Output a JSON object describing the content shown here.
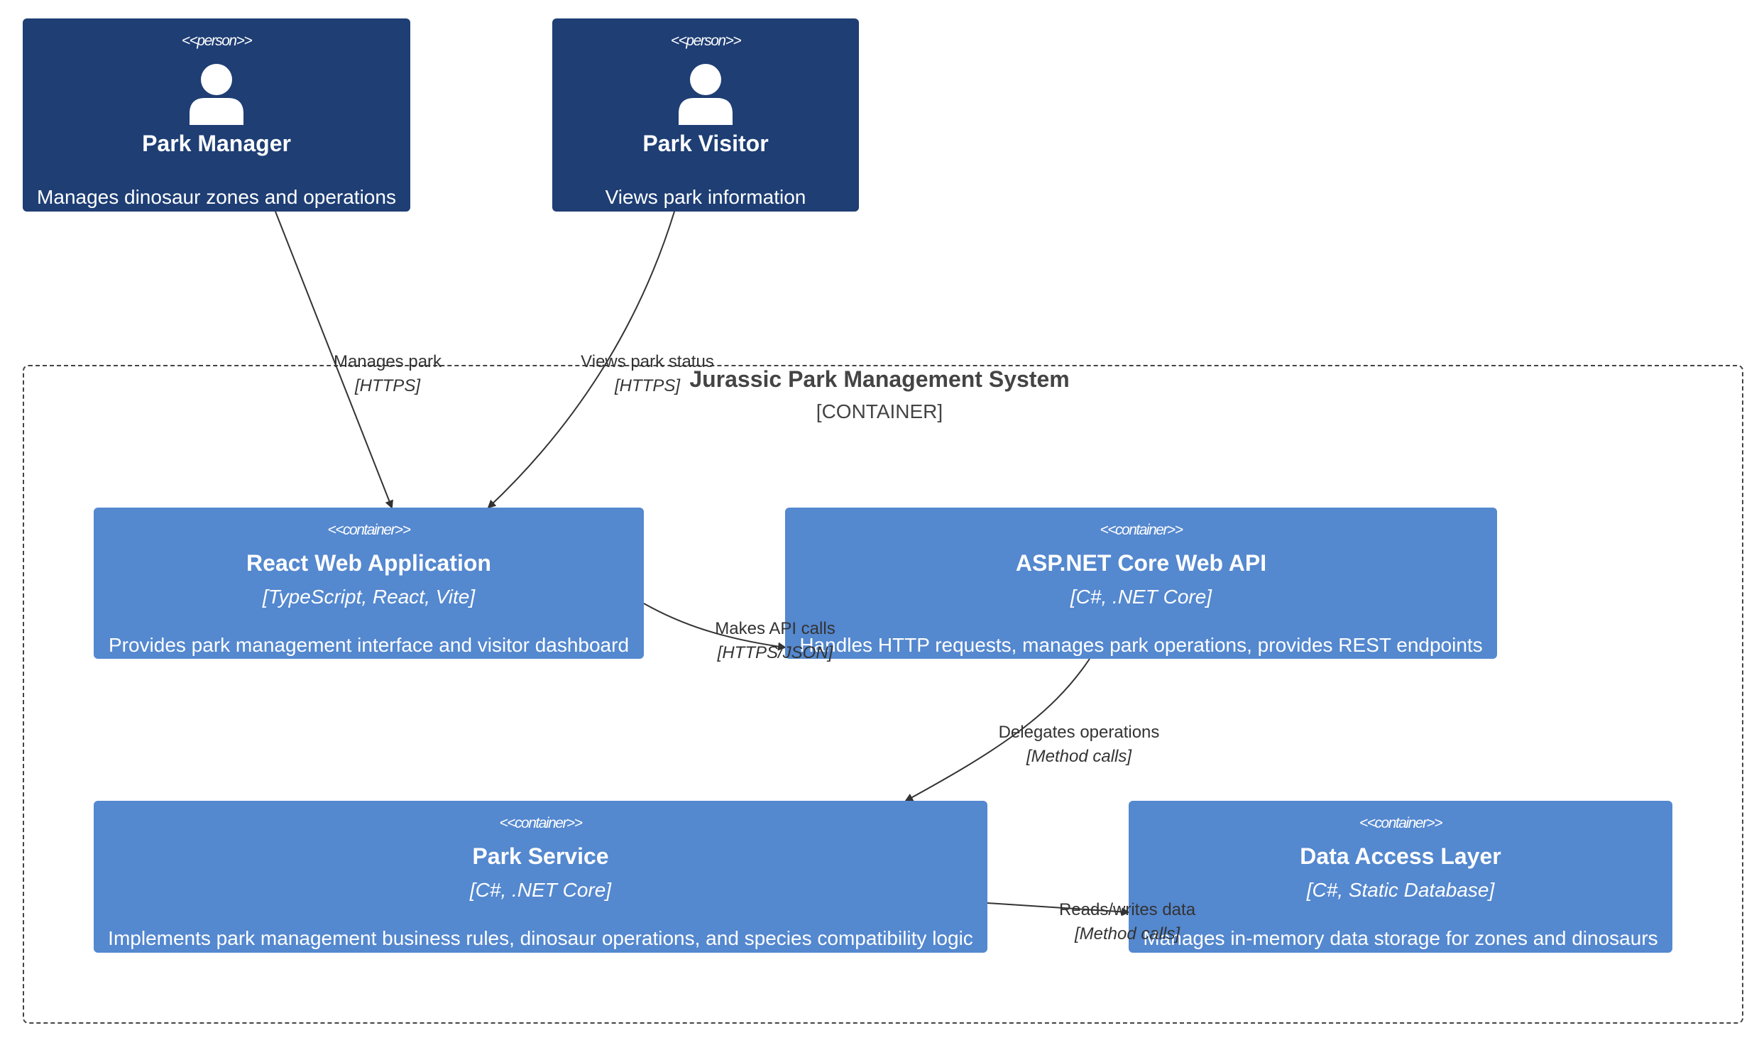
{
  "persons": [
    {
      "stereotype": "<<person>>",
      "name": "Park Manager",
      "description": "Manages dinosaur zones and operations"
    },
    {
      "stereotype": "<<person>>",
      "name": "Park Visitor",
      "description": "Views park information"
    }
  ],
  "boundary": {
    "title": "Jurassic Park Management System",
    "type": "[CONTAINER]"
  },
  "containers": [
    {
      "stereotype": "<<container>>",
      "name": "React Web Application",
      "tech": "[TypeScript, React, Vite]",
      "description": "Provides park management interface and visitor dashboard"
    },
    {
      "stereotype": "<<container>>",
      "name": "ASP.NET Core Web API",
      "tech": "[C#, .NET Core]",
      "description": "Handles HTTP requests, manages park operations, provides REST endpoints"
    },
    {
      "stereotype": "<<container>>",
      "name": "Park Service",
      "tech": "[C#, .NET Core]",
      "description": "Implements park management business rules, dinosaur operations, and species compatibility logic"
    },
    {
      "stereotype": "<<container>>",
      "name": "Data Access Layer",
      "tech": "[C#, Static Database]",
      "description": "Manages in-memory data storage for zones and dinosaurs"
    }
  ],
  "relations": [
    {
      "label": "Manages park",
      "tech": "[HTTPS]"
    },
    {
      "label": "Views park status",
      "tech": "[HTTPS]"
    },
    {
      "label": "Makes API calls",
      "tech": "[HTTPS/JSON]"
    },
    {
      "label": "Delegates operations",
      "tech": "[Method calls]"
    },
    {
      "label": "Reads/writes data",
      "tech": "[Method calls]"
    }
  ],
  "colors": {
    "person": "#1e3e74",
    "container": "#5488cf",
    "edge": "#333333"
  }
}
